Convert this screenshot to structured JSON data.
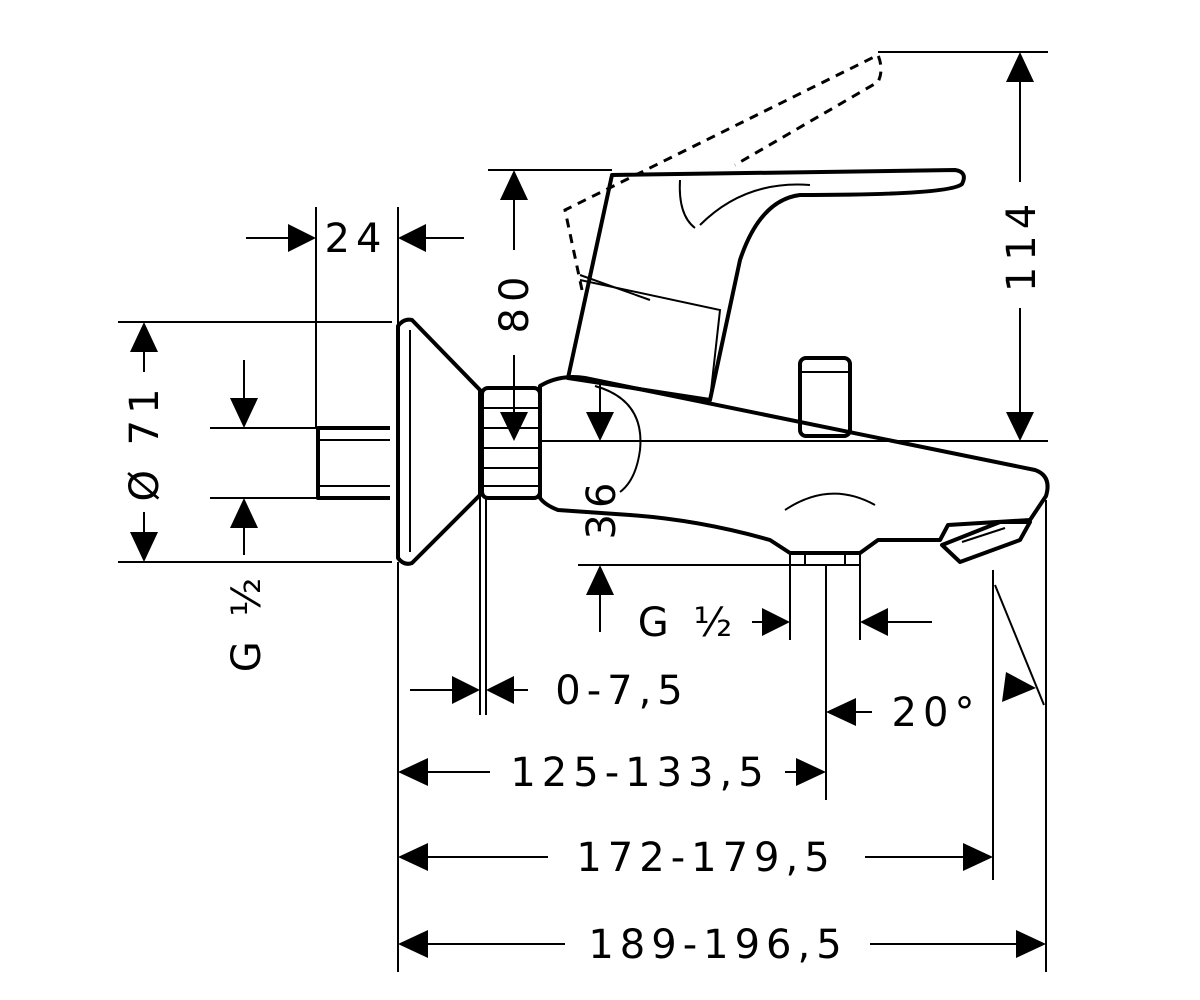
{
  "dimensions": {
    "d24": "24",
    "d80": "80",
    "d114": "114",
    "d71": "Ø 71",
    "g_left": "G ½",
    "d36": "36",
    "g_bottom": "G ½",
    "d0_75": "0-7,5",
    "d20deg": "20°",
    "d125": "125-133,5",
    "d172": "172-179,5",
    "d189": "189-196,5"
  }
}
